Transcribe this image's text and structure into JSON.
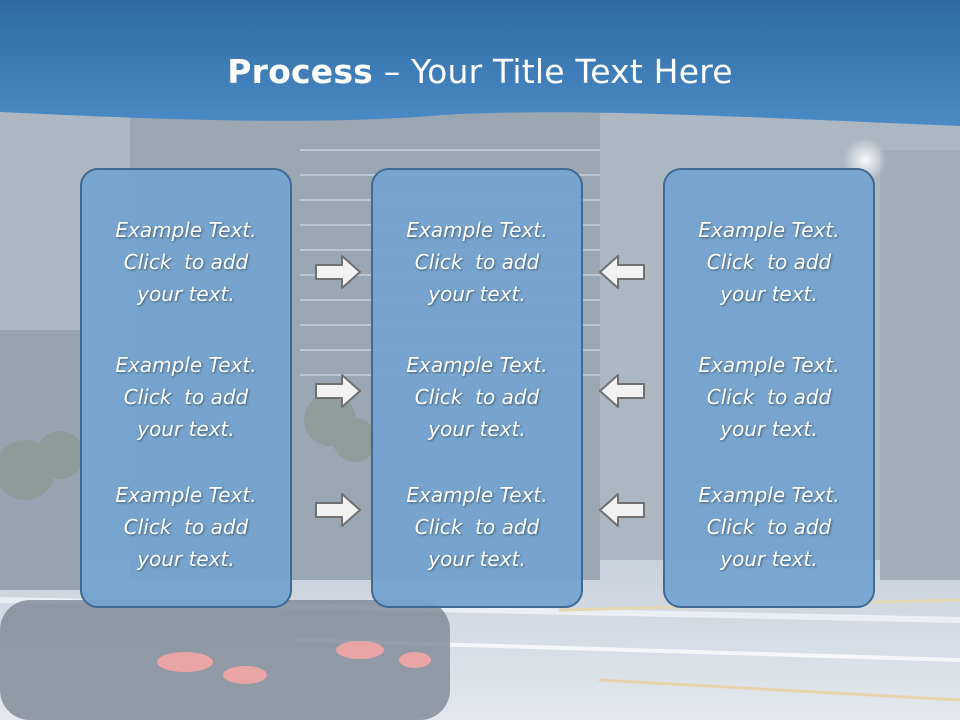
{
  "title": {
    "bold": "Process",
    "rest": " – Your Title Text Here"
  },
  "columns": [
    {
      "items": [
        [
          "Example Text.",
          "Click  to add",
          "your text."
        ],
        [
          "Example Text.",
          "Click  to add",
          "your text."
        ],
        [
          "Example Text.",
          "Click  to add",
          "your text."
        ]
      ]
    },
    {
      "items": [
        [
          "Example Text.",
          "Click  to add",
          "your text."
        ],
        [
          "Example Text.",
          "Click  to add",
          "your text."
        ],
        [
          "Example Text.",
          "Click  to add",
          "your text."
        ]
      ]
    },
    {
      "items": [
        [
          "Example Text.",
          "Click  to add",
          "your text."
        ],
        [
          "Example Text.",
          "Click  to add",
          "your text."
        ],
        [
          "Example Text.",
          "Click  to add",
          "your text."
        ]
      ]
    }
  ],
  "arrows": {
    "left_to_center": "right",
    "right_to_center": "left"
  },
  "colors": {
    "header": "#3f7db8",
    "box_fill": "#73a4d0",
    "box_border": "#3e6a93",
    "arrow_fill": "#f2f2f2",
    "arrow_stroke": "#707070"
  }
}
